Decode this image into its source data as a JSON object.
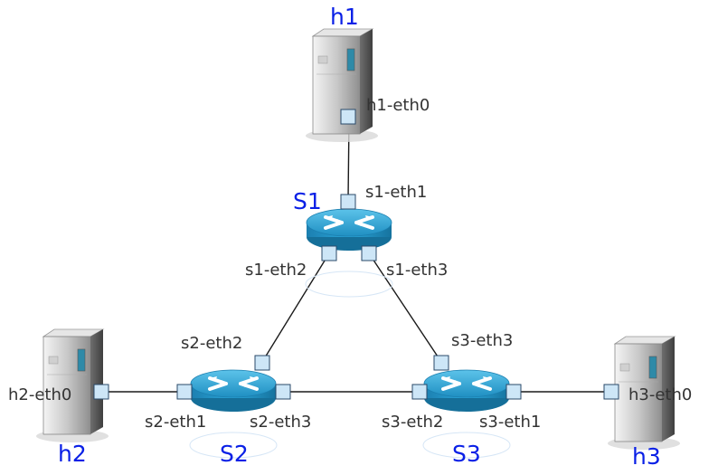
{
  "nodes": {
    "h1": {
      "label": "h1",
      "icon": "server-icon"
    },
    "h2": {
      "label": "h2",
      "icon": "server-icon"
    },
    "h3": {
      "label": "h3",
      "icon": "server-icon"
    },
    "s1": {
      "label": "S1",
      "icon": "switch-icon"
    },
    "s2": {
      "label": "S2",
      "icon": "switch-icon"
    },
    "s3": {
      "label": "S3",
      "icon": "switch-icon"
    }
  },
  "ports": {
    "h1_eth0": "h1-eth0",
    "h2_eth0": "h2-eth0",
    "h3_eth0": "h3-eth0",
    "s1_eth1": "s1-eth1",
    "s1_eth2": "s1-eth2",
    "s1_eth3": "s1-eth3",
    "s2_eth1": "s2-eth1",
    "s2_eth2": "s2-eth2",
    "s2_eth3": "s2-eth3",
    "s3_eth1": "s3-eth1",
    "s3_eth2": "s3-eth2",
    "s3_eth3": "s3-eth3"
  },
  "links": [
    [
      "h1-eth0",
      "s1-eth1"
    ],
    [
      "s1-eth2",
      "s2-eth2"
    ],
    [
      "s1-eth3",
      "s3-eth3"
    ],
    [
      "h2-eth0",
      "s2-eth1"
    ],
    [
      "s2-eth3",
      "s3-eth2"
    ],
    [
      "s3-eth1",
      "h3-eth0"
    ]
  ],
  "colors": {
    "node_label": "#0a20e6",
    "port_label": "#333333",
    "switch_body": "#1a8fc4",
    "switch_top": "#2ba6d8",
    "port_fill": "#cde6f7",
    "link": "#1a1a1a"
  }
}
